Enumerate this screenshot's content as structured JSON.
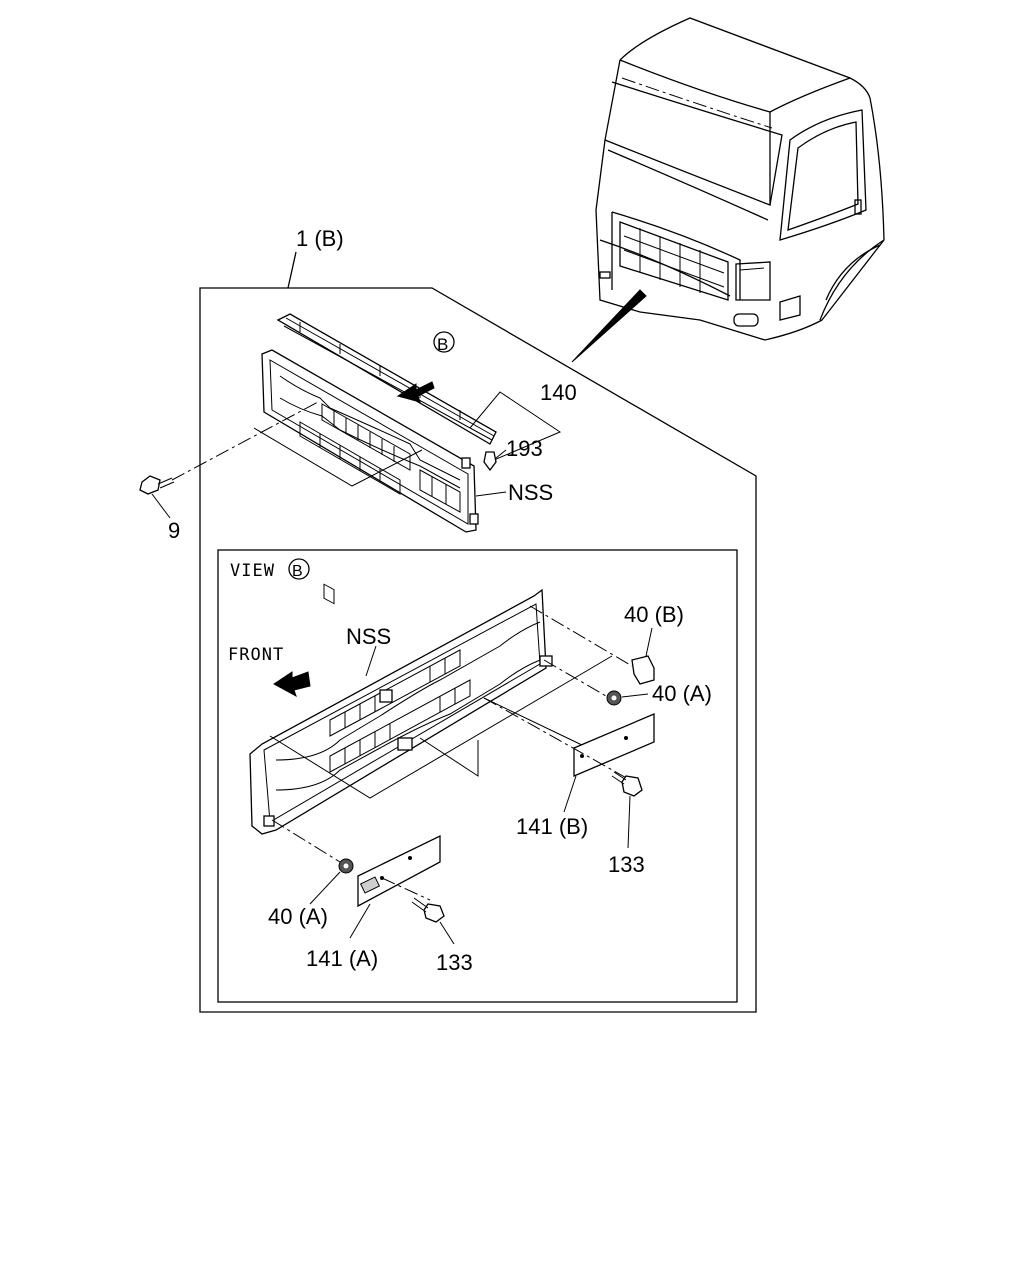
{
  "labels": {
    "assembly": "1 (B)",
    "view_marker": "B",
    "part_140": "140",
    "part_193": "193",
    "nss_top": "NSS",
    "part_9": "9",
    "view_title": "VIEW",
    "view_letter": "B",
    "nss_view": "NSS",
    "front": "FRONT",
    "part_40b": "40 (B)",
    "part_40a_right": "40 (A)",
    "part_141b": "141 (B)",
    "part_133_right": "133",
    "part_40a_left": "40 (A)",
    "part_141a": "141 (A)",
    "part_133_left": "133"
  }
}
